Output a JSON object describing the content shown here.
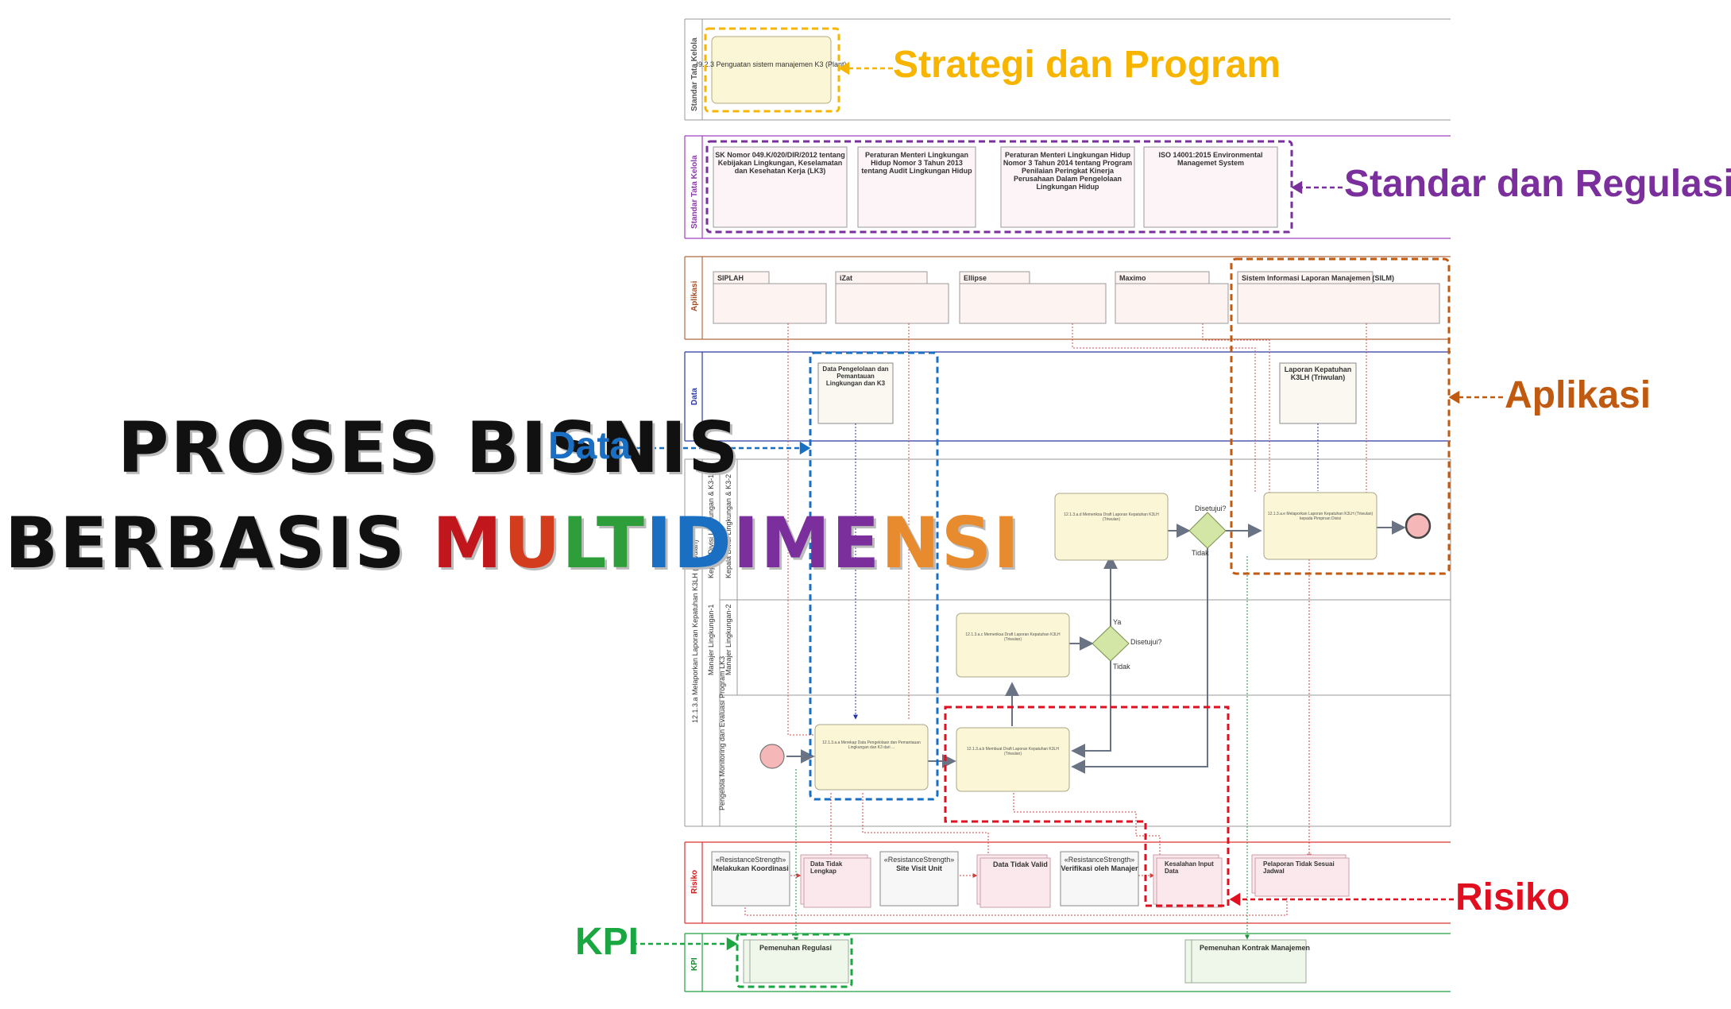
{
  "title": {
    "line1": "PROSES BISNIS",
    "line2_prefix": "BERBASIS ",
    "line2_letters": [
      "M",
      "U",
      "L",
      "T",
      "I",
      "D",
      "I",
      "M",
      "E",
      "N",
      "S",
      "I"
    ],
    "line2_colors": [
      "#c0161c",
      "#d43c1e",
      "#2e9e3a",
      "#2e9e3a",
      "#1a6fc3",
      "#1a6fc3",
      "#7a2f9c",
      "#7a2f9c",
      "#7a2f9c",
      "#e88b2e",
      "#e88b2e",
      "#e88b2e"
    ]
  },
  "callouts": {
    "strategi": "Strategi dan Program",
    "standar": "Standar dan Regulasi",
    "aplikasi": "Aplikasi",
    "data": "Data",
    "risiko": "Risiko",
    "kpi": "KPI"
  },
  "colors": {
    "strategi": "#f7b500",
    "standar": "#7a2f9c",
    "aplikasi": "#c05a10",
    "data": "#1a6fc3",
    "risiko": "#e01020",
    "kpi": "#1aa640",
    "task_fill": "#fbf6d5",
    "gateway_fill": "#d3e6a5"
  },
  "lanes": {
    "strategi": "Standar Tata Kelola",
    "standar": "Standar Tata Kelola",
    "aplikasi": "Aplikasi",
    "data": "Data",
    "proses_pool": "12.1.3.a Melaporkan Laporan Kepatuhan K3LH (Triwulan)",
    "kadiv_outer": "Kepala Divisi Lingkungan & K3-1",
    "kadiv_inner": "Kepala Divisi Lingkungan & K3-2",
    "manajer_outer": "Manajer Lingkungan-1",
    "manajer_inner": "Manajer Lingkungan-2",
    "pengelola": "Pengelola Monitoring dan Evaluasi Program LK3",
    "risiko": "Risiko",
    "kpi": "KPI"
  },
  "strategi_box": "I9.2.3 Penguatan sistem manajemen K3 (Plant)",
  "standar_boxes": [
    "SK Nomor 049.K/020/DIR/2012 tentang Kebijakan Lingkungan, Keselamatan dan Kesehatan Kerja (LK3)",
    "Peraturan Menteri Lingkungan Hidup Nomor 3 Tahun 2013 tentang Audit Lingkungan Hidup",
    "Peraturan Menteri Lingkungan Hidup Nomor 3 Tahun 2014 tentang Program Penilaian Peringkat Kinerja Perusahaan Dalam Pengelolaan Lingkungan Hidup",
    "ISO 14001:2015 Environmental Managemet System"
  ],
  "apps": [
    "SIPLAH",
    "iZat",
    "Ellipse",
    "Maximo",
    "Sistem Informasi Laporan Manajemen (SILM)"
  ],
  "data_objects": [
    "Data Pengelolaan dan Pemantauan Lingkungan dan K3",
    "Laporan Kepatuhan K3LH (Triwulan)"
  ],
  "tasks": [
    "12.1.3.a.a Merekap Data Pengelolaan dan Pemantauan Lingkungan dan K3 dari ...",
    "12.1.3.a.b Membuat Draft Laporan Kepatuhan K3LH (Triwulan)",
    "12.1.3.a.c Memeriksa Draft Laporan Kepatuhan K3LH (Triwulan)",
    "12.1.3.a.d Memeriksa Draft Laporan Kepatuhan K3LH (Triwulan)",
    "12.1.3.a.e Melaporkan Laporan Kepatuhan K3LH (Triwulan) kepada Pimpinan Divisi"
  ],
  "gateways": {
    "disetujui": "Disetujui?",
    "ya": "Ya",
    "tidak": "Tidak"
  },
  "risks": [
    {
      "stereotype": "«ResistanceStrength»",
      "name": "Melakukan Koordinasi"
    },
    {
      "stereotype": "",
      "name": "Data Tidak Lengkap"
    },
    {
      "stereotype": "«ResistanceStrength»",
      "name": "Site Visit Unit"
    },
    {
      "stereotype": "",
      "name": "Data Tidak Valid"
    },
    {
      "stereotype": "«ResistanceStrength»",
      "name": "Verifikasi oleh Manajer"
    },
    {
      "stereotype": "",
      "name": "Kesalahan Input Data"
    },
    {
      "stereotype": "",
      "name": "Pelaporan Tidak Sesuai Jadwal"
    }
  ],
  "kpis": [
    "Pemenuhan Regulasi",
    "Pemenuhan Kontrak Manajemen"
  ]
}
